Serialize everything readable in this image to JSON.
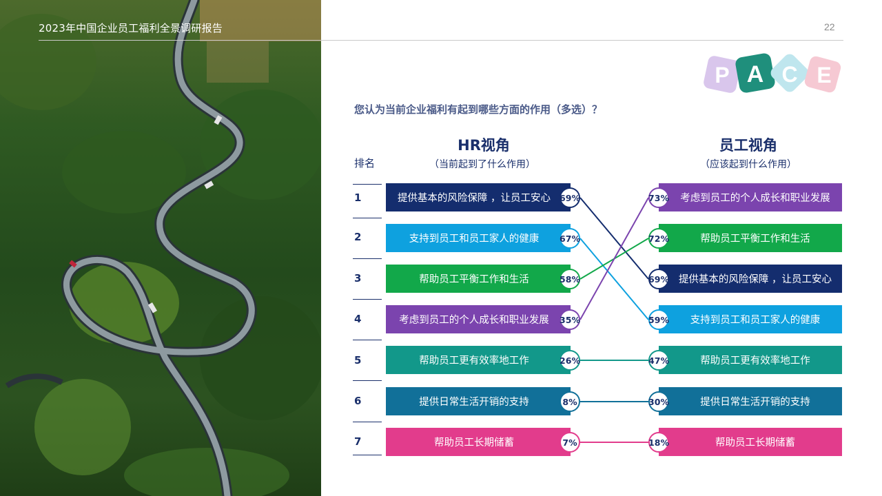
{
  "header": {
    "report_title": "2023年中国企业员工福利全景调研报告",
    "page_number": "22"
  },
  "logo": {
    "letters": [
      "P",
      "A",
      "C",
      "E"
    ],
    "colors": [
      "#d9c6ec",
      "#1f8f7c",
      "#bfe6ee",
      "#f6c9d3"
    ]
  },
  "question": "您认为当前企业福利有起到哪些方面的作用（多选）？",
  "hr": {
    "title": "HR视角",
    "subtitle": "（当前起到了什么作用）"
  },
  "employee": {
    "title": "员工视角",
    "subtitle": "（应该起到什么作用）"
  },
  "rank_header": "排名",
  "ranks": [
    "1",
    "2",
    "3",
    "4",
    "5",
    "6",
    "7"
  ],
  "hr_items": [
    {
      "label": "提供基本的风险保障 ，让员工安心",
      "pct": "69%",
      "color": "#142d6e"
    },
    {
      "label": "支持到员工和员工家人的健康",
      "pct": "67%",
      "color": "#0ea1df"
    },
    {
      "label": "帮助员工平衡工作和生活",
      "pct": "58%",
      "color": "#12a84a"
    },
    {
      "label": "考虑到员工的个人成长和职业发展",
      "pct": "35%",
      "color": "#7b44ae"
    },
    {
      "label": "帮助员工更有效率地工作",
      "pct": "26%",
      "color": "#12988a"
    },
    {
      "label": "提供日常生活开销的支持",
      "pct": "8%",
      "color": "#117099"
    },
    {
      "label": "帮助员工长期储蓄",
      "pct": "7%",
      "color": "#e23c8c"
    }
  ],
  "employee_items": [
    {
      "label": "考虑到员工的个人成长和职业发展",
      "pct": "73%",
      "color": "#7b44ae"
    },
    {
      "label": "帮助员工平衡工作和生活",
      "pct": "72%",
      "color": "#12a84a"
    },
    {
      "label": "提供基本的风险保障 ，让员工安心",
      "pct": "69%",
      "color": "#142d6e"
    },
    {
      "label": "支持到员工和员工家人的健康",
      "pct": "59%",
      "color": "#0ea1df"
    },
    {
      "label": "帮助员工更有效率地工作",
      "pct": "47%",
      "color": "#12988a"
    },
    {
      "label": "提供日常生活开销的支持",
      "pct": "30%",
      "color": "#117099"
    },
    {
      "label": "帮助员工长期储蓄",
      "pct": "18%",
      "color": "#e23c8c"
    }
  ],
  "connections": [
    [
      0,
      2
    ],
    [
      1,
      3
    ],
    [
      2,
      1
    ],
    [
      3,
      0
    ],
    [
      4,
      4
    ],
    [
      5,
      5
    ],
    [
      6,
      6
    ]
  ]
}
